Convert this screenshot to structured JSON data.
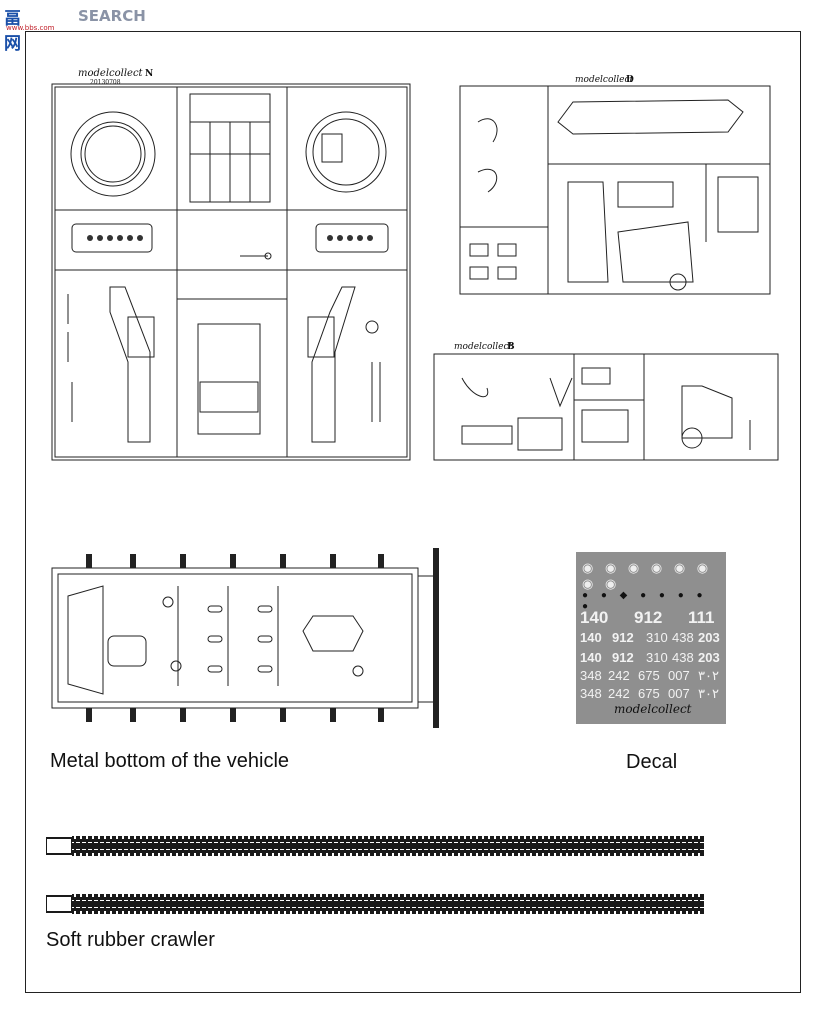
{
  "watermark": {
    "mark": "畐网",
    "word": "SEARCH",
    "url": "www.bbs.com"
  },
  "sprues": [
    {
      "id": "sprue-n",
      "logo": "modelcollect",
      "letter": "N",
      "code": "20130708"
    },
    {
      "id": "sprue-d",
      "logo": "modelcollect",
      "letter": "D"
    },
    {
      "id": "sprue-b",
      "logo": "modelcollect",
      "letter": "B"
    }
  ],
  "parts": {
    "metal_bottom_caption": "Metal bottom of the vehicle",
    "decal_caption": "Decal",
    "crawler_caption": "Soft rubber crawler"
  },
  "decal_sheet": {
    "background": "#8f8f8f",
    "text_color": "#f2f2f2",
    "rows": [
      [
        "140",
        "912",
        "111"
      ],
      [
        "140",
        "912",
        "310",
        "438",
        "203"
      ],
      [
        "140",
        "912",
        "310",
        "438",
        "203"
      ],
      [
        "348",
        "242",
        "675",
        "007",
        "٣٠٢"
      ],
      [
        "348",
        "242",
        "675",
        "007",
        "٣٠٢"
      ]
    ],
    "brand": "modelcollect"
  },
  "colors": {
    "line": "#222222",
    "frame": "#222222",
    "track": "#1a1a1a"
  }
}
